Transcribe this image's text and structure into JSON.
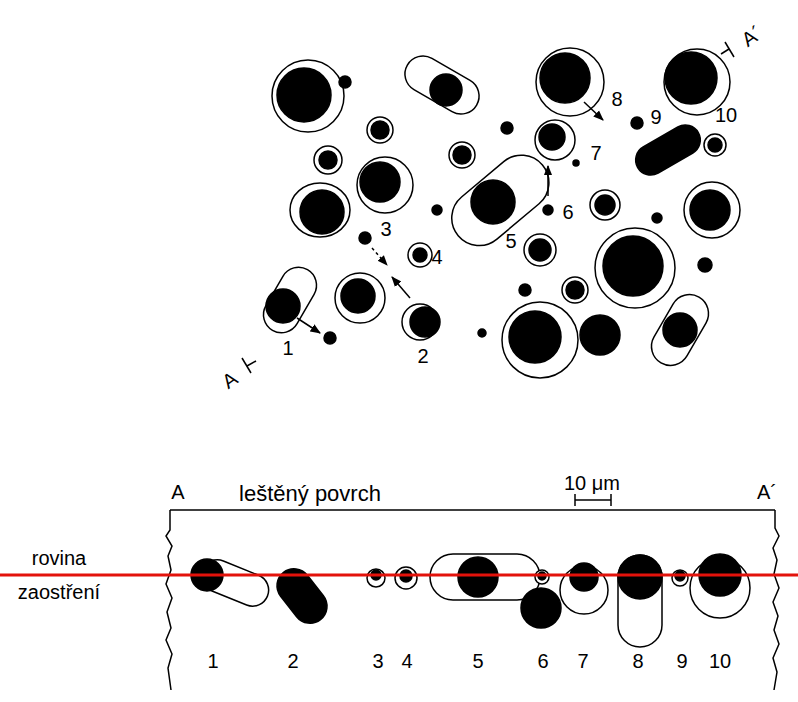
{
  "diagram": {
    "labels": [
      "1",
      "2",
      "3",
      "4",
      "5",
      "6",
      "7",
      "8",
      "9",
      "10",
      "A",
      "A´",
      "leštěný povrch",
      "10 μm",
      "A",
      "A´",
      "rovina zaostření",
      "1",
      "2",
      "3",
      "4",
      "5",
      "6",
      "7",
      "8",
      "9",
      "10"
    ]
  }
}
